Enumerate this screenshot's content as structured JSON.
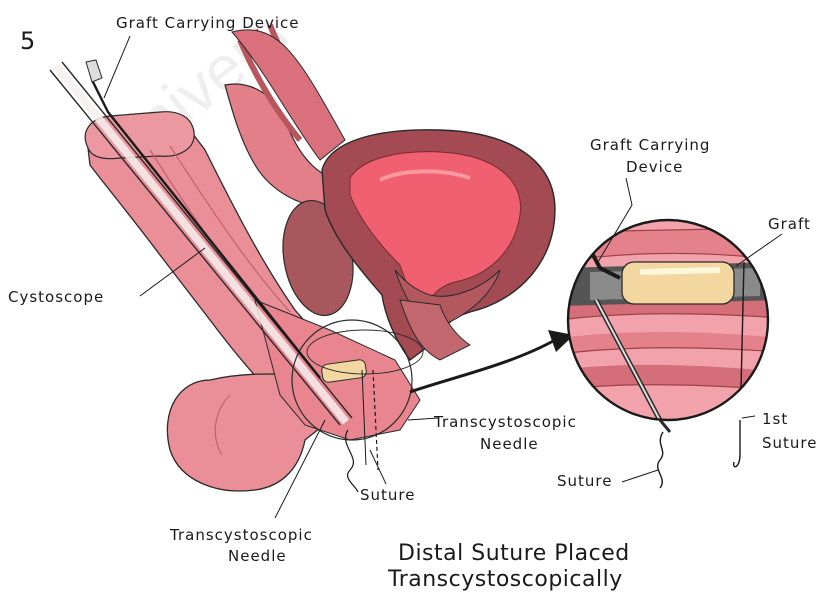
{
  "figure_number": "5",
  "watermark": "Univers",
  "labels": {
    "graft_carrying_device_main": "Graft Carrying Device",
    "cystoscope": "Cystoscope",
    "transcystoscopic_needle_main_line1": "Transcystoscopic",
    "transcystoscopic_needle_main_line2": "Needle",
    "suture_main": "Suture",
    "inset_graft_carrying_device_line1": "Graft Carrying",
    "inset_graft_carrying_device_line2": "Device",
    "inset_graft": "Graft",
    "inset_transcystoscopic_line1": "Transcystoscopic",
    "inset_transcystoscopic_line2": "Needle",
    "inset_first_suture_line1": "1st",
    "inset_first_suture_line2": "Suture",
    "inset_suture": "Suture"
  },
  "caption": {
    "line1": "Distal Suture Placed",
    "line2": "Transcystoscopically"
  },
  "colors": {
    "tissue_pink": "#ea8f98",
    "tissue_light": "#f4b3b8",
    "tissue_dark": "#b8565e",
    "bladder_wall": "#a34a52",
    "bladder_lumen": "#f06070",
    "prostate": "#a8585c",
    "graft": "#f2d8a0",
    "outline": "#2a2a2a"
  }
}
